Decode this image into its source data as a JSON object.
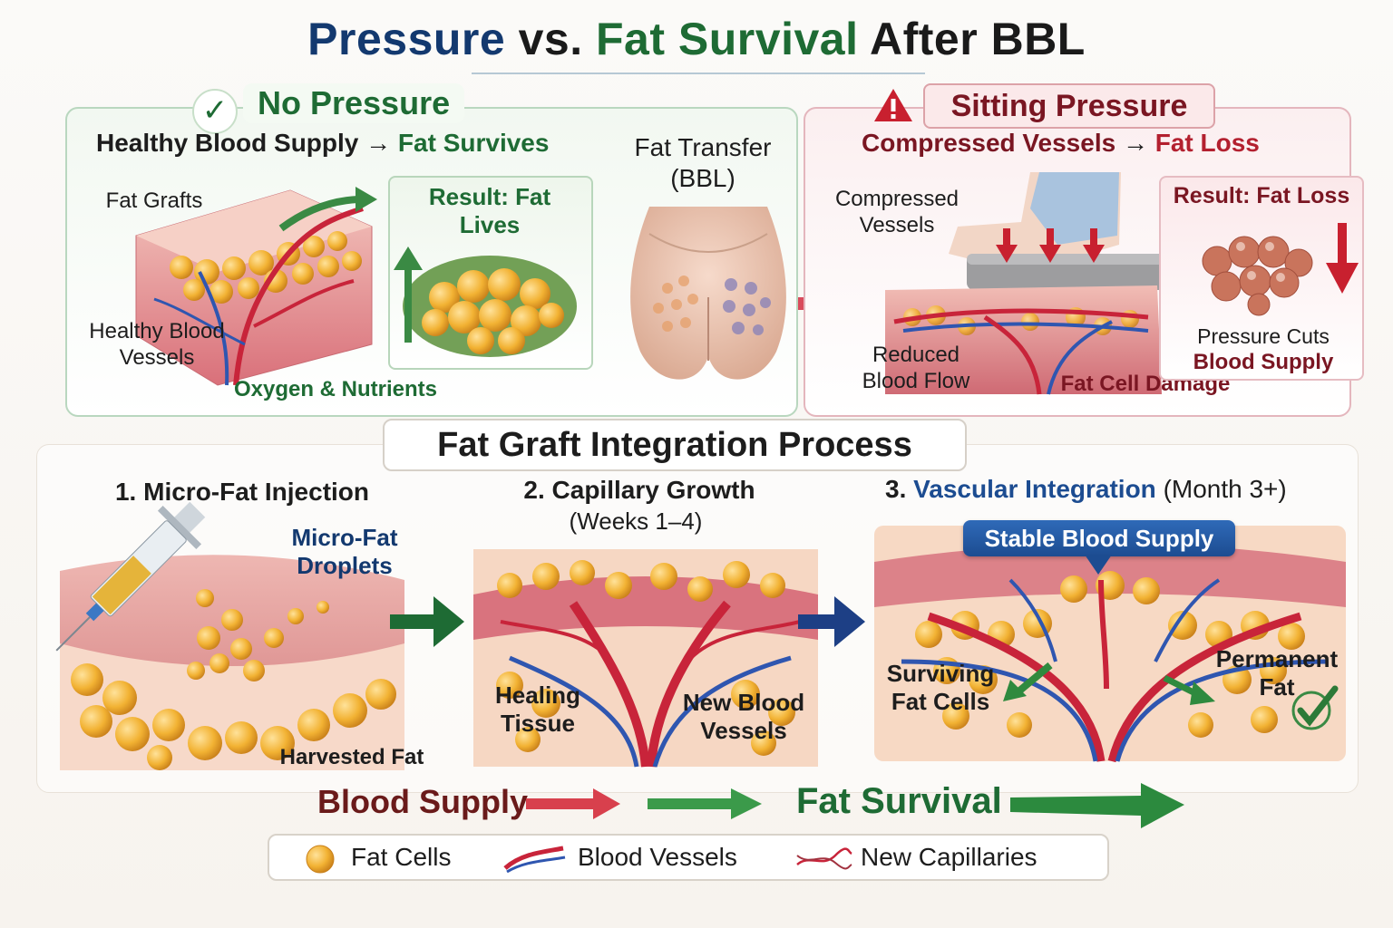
{
  "title": {
    "part1": "Pressure",
    "part2": "vs.",
    "part3": "Fat Survival",
    "part4": "After BBL"
  },
  "no_pressure": {
    "heading": "No Pressure",
    "subtitle_left": "Healthy Blood Supply",
    "subtitle_right": "Fat Survives",
    "label_grafts": "Fat Grafts",
    "label_vessels": "Healthy Blood Vessels",
    "label_oxygen": "Oxygen & Nutrients",
    "result": "Result: Fat Lives"
  },
  "center": {
    "label": "Fat Transfer (BBL)"
  },
  "sitting_pressure": {
    "heading": "Sitting Pressure",
    "subtitle_left": "Compressed Vessels",
    "subtitle_right": "Fat Loss",
    "label_compressed": "Compressed Vessels",
    "label_reduced": "Reduced Blood Flow",
    "label_damage": "Fat Cell Damage",
    "result": "Result: Fat Loss",
    "pressure_note_1": "Pressure Cuts",
    "pressure_note_2": "Blood Supply"
  },
  "process": {
    "title": "Fat Graft Integration Process",
    "step1": {
      "title": "1. Micro-Fat Injection",
      "label_droplets": "Micro-Fat Droplets",
      "label_harvested": "Harvested Fat"
    },
    "step2": {
      "title": "2. Capillary Growth",
      "timing": "(Weeks 1–4)",
      "label_healing": "Healing Tissue",
      "label_vessels": "New Blood Vessels"
    },
    "step3": {
      "title_num": "3.",
      "title_main": "Vascular Integration",
      "timing": "(Month 3+)",
      "badge": "Stable Blood Supply",
      "label_surviving": "Surviving Fat Cells",
      "label_permanent": "Permanent Fat"
    }
  },
  "flow": {
    "left": "Blood Supply",
    "right": "Fat Survival"
  },
  "legend": {
    "item1": "Fat Cells",
    "item2": "Blood Vessels",
    "item3": "New Capillaries"
  },
  "colors": {
    "navy": "#13396f",
    "green": "#1e6b34",
    "red": "#b3202f",
    "fat": "#f2b233",
    "vessel_red": "#c8243a",
    "vessel_blue": "#2f56b0"
  }
}
